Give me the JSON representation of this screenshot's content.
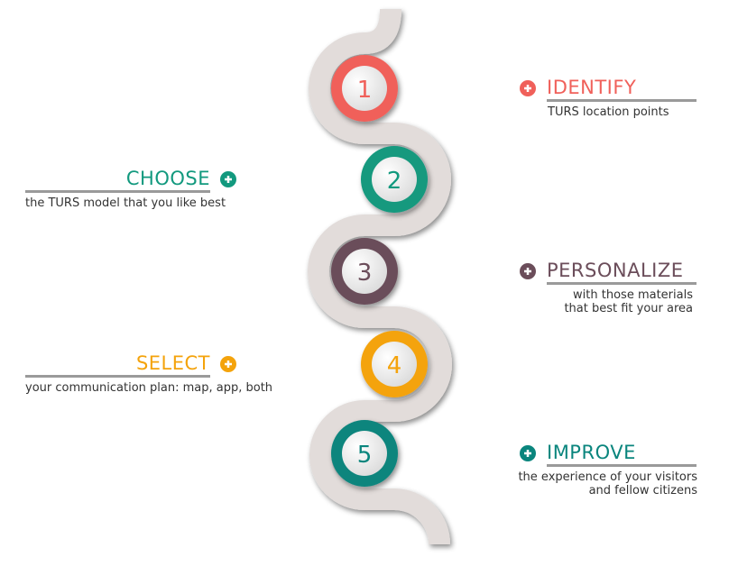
{
  "steps": [
    {
      "number": "1",
      "title": "IDENTIFY",
      "subtitle": [
        "TURS location points"
      ],
      "color": "#f0605a",
      "side": "right"
    },
    {
      "number": "2",
      "title": "CHOOSE",
      "subtitle": [
        "the TURS model that you like best"
      ],
      "color": "#12997e",
      "side": "left"
    },
    {
      "number": "3",
      "title": "PERSONALIZE",
      "subtitle": [
        "with those materials",
        "that best fit your area"
      ],
      "color": "#6b4d5a",
      "side": "right"
    },
    {
      "number": "4",
      "title": "SELECT",
      "subtitle": [
        "your communication plan: map, app, both"
      ],
      "color": "#f4a30c",
      "side": "left"
    },
    {
      "number": "5",
      "title": "IMPROVE",
      "subtitle": [
        "the experience of your visitors",
        "and fellow citizens"
      ],
      "color": "#0a857d",
      "side": "right"
    }
  ],
  "icons": {
    "connector": "plus-icon"
  }
}
